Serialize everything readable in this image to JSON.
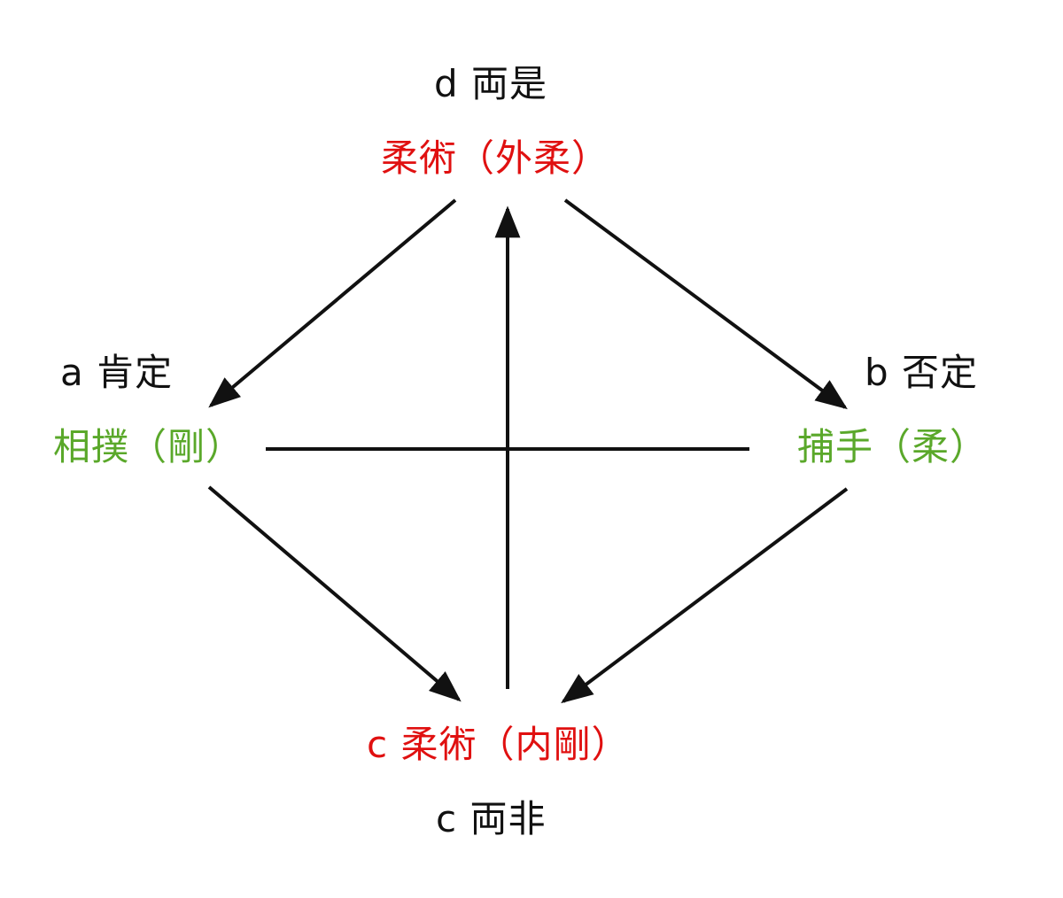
{
  "nodes": {
    "d": {
      "heading": "d 両是",
      "term": "柔術（外柔）"
    },
    "a": {
      "heading": "a 肯定",
      "term": "相撲（剛）"
    },
    "b": {
      "heading": "b 否定",
      "term": "捕手（柔）"
    },
    "c": {
      "term": "c 柔術（内剛）",
      "heading": "c 両非"
    }
  },
  "colors": {
    "heading": "#111111",
    "synthesis": "#e01010",
    "thesis_antithesis": "#5aa82a",
    "arrow": "#111111"
  },
  "connectors": [
    {
      "from": "d",
      "to": "a",
      "style": "arrow"
    },
    {
      "from": "d",
      "to": "b",
      "style": "arrow"
    },
    {
      "from": "a",
      "to": "c",
      "style": "arrow"
    },
    {
      "from": "b",
      "to": "c",
      "style": "arrow"
    },
    {
      "from": "c",
      "to": "d",
      "style": "arrow"
    },
    {
      "from": "a",
      "to": "b",
      "style": "line"
    }
  ]
}
